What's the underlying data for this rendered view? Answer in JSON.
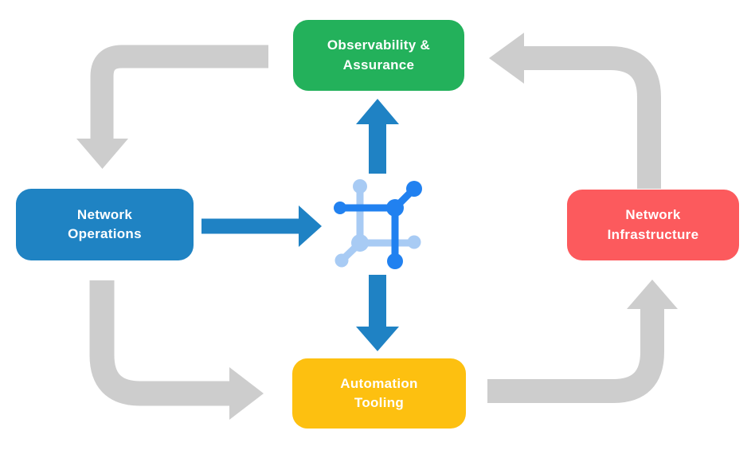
{
  "diagram": {
    "nodes": {
      "observability": {
        "label": "Observability &\nAssurance",
        "color": "#23B15B"
      },
      "operations": {
        "label": "Network\nOperations",
        "color": "#1F83C3"
      },
      "infrastructure": {
        "label": "Network\nInfrastructure",
        "color": "#FC5A5D"
      },
      "automation": {
        "label": "Automation\nTooling",
        "color": "#FDC010"
      }
    },
    "edges": [
      {
        "from": "observability",
        "to": "operations",
        "style": "gray-elbow"
      },
      {
        "from": "infrastructure",
        "to": "observability",
        "style": "gray-elbow"
      },
      {
        "from": "operations",
        "to": "automation",
        "style": "gray-elbow"
      },
      {
        "from": "automation",
        "to": "infrastructure",
        "style": "gray-elbow"
      },
      {
        "from": "operations",
        "to": "network-core",
        "style": "blue-straight"
      },
      {
        "from": "network-core",
        "to": "observability",
        "style": "blue-straight"
      },
      {
        "from": "network-core",
        "to": "automation",
        "style": "blue-straight"
      }
    ],
    "icon": {
      "name": "network-core-icon"
    },
    "colors": {
      "arrow_gray": "#CDCDCD",
      "arrow_blue": "#1F82C4",
      "icon_dark_blue": "#2181F0",
      "icon_light_blue": "#A8CBF4",
      "label_text": "#FFFFFF",
      "background": "#FFFFFF"
    }
  }
}
